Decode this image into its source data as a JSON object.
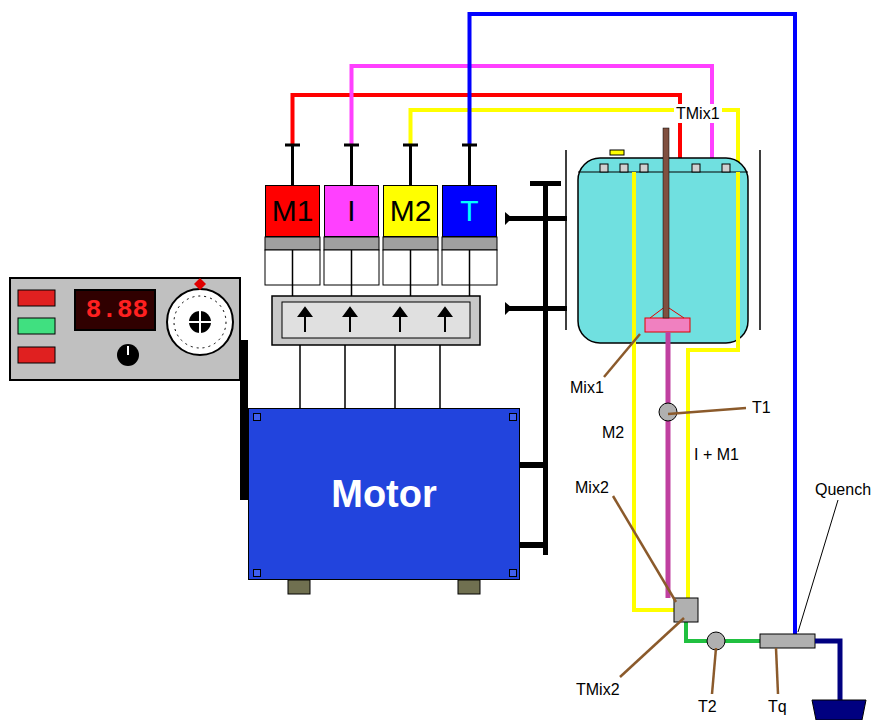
{
  "diagram": {
    "nodes": [
      {
        "text": [
          "M1"
        ]
      },
      {
        "text": [
          "I"
        ]
      },
      {
        "text": [
          "M2"
        ]
      },
      {
        "text": [
          "T"
        ]
      },
      {
        "text": [
          "Motor"
        ]
      }
    ],
    "labels": [
      "8.88",
      "TMix1",
      "Mix1",
      "T1",
      "M2",
      "I + M1",
      "Mix2",
      "Quench",
      "TMix2",
      "T2",
      "Tq"
    ]
  }
}
